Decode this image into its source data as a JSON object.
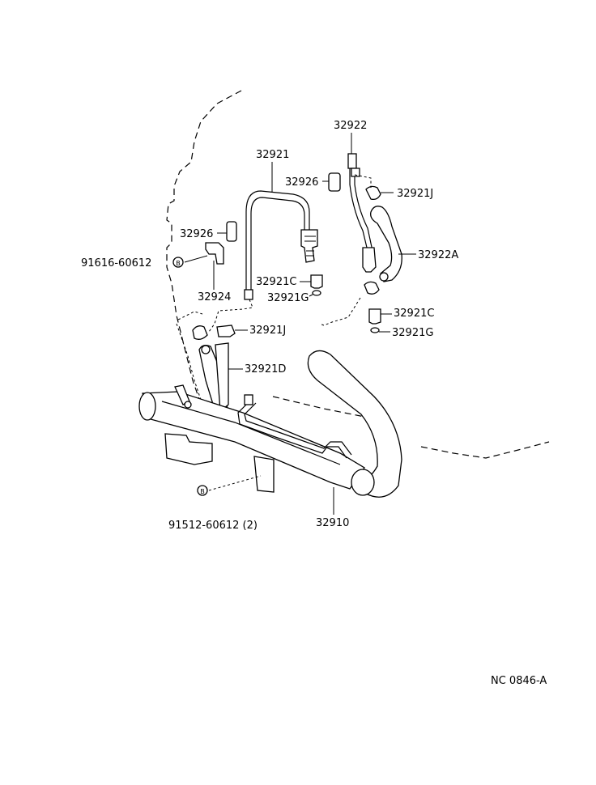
{
  "diagram": {
    "labels": {
      "p32922": "32922",
      "p32921": "32921",
      "p32926_top": "32926",
      "p32921J_top": "32921J",
      "p32926_left": "32926",
      "p32922A": "32922A",
      "p91616": "91616-60612",
      "p32924": "32924",
      "p32921C_mid": "32921C",
      "p32921G_mid": "32921G",
      "p32921C_right": "32921C",
      "p32921G_right": "32921G",
      "p32921J_mid": "32921J",
      "p32921D": "32921D",
      "p91512": "91512-60612 (2)",
      "p32910": "32910"
    },
    "bolt_marker": "B",
    "footer_code": "NC 0846-A"
  }
}
